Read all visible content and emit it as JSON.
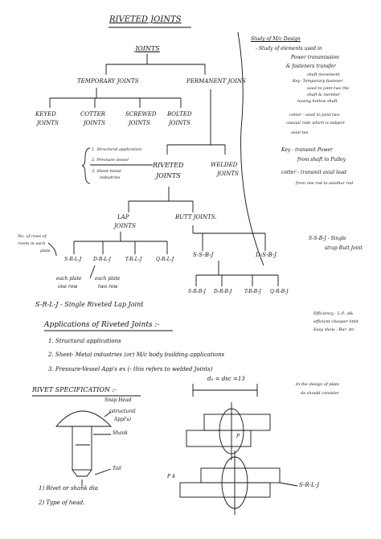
{
  "title": "RIVETED JOINTS",
  "tree": {
    "root": "JOINTS",
    "temporary": "TEMPORARY JOINTS",
    "permanent": "PERMANENT JOINS",
    "keyed": [
      "KEYED",
      "JOINTS"
    ],
    "cotter": [
      "COTTER",
      "JOINTS"
    ],
    "screwed": [
      "SCREWED",
      "JOINTS"
    ],
    "bolted": [
      "BOLTED",
      "JOINTS"
    ],
    "riveted": [
      "RIVETED",
      "JOINTS"
    ],
    "welded": [
      "WELDED",
      "JOINTS"
    ],
    "uses": [
      "1. Structural application",
      "2. Pressure vessel",
      "3. Sheet metal",
      "industries"
    ],
    "lap": [
      "LAP",
      "JOINTS"
    ],
    "butt": "BUTT JOINTS.",
    "rows_note": [
      "No. of rows of",
      "rivets in each",
      "plate"
    ],
    "lap_types": [
      "S-R-L-J",
      "D-R-L-J",
      "T-R-L-J",
      "Q-R-L-J"
    ],
    "butt_main": [
      "S-S-B-J",
      "D-S-B-J"
    ],
    "butt_types": [
      "S-R-B-J",
      "D-R-B-J",
      "T-R-B-J",
      "Q-R-B-J"
    ],
    "each_plate_one": [
      "each plate",
      "one row"
    ],
    "each_plate_two": [
      "each plate",
      "two row"
    ]
  },
  "side_notes": {
    "study": "Study of M/c Design",
    "l1": "- Study of elements used in",
    "l2": "Power transmission",
    "l3": "& fasteners transfer",
    "l4": "shaft movement",
    "l5": "Key- Temporary fastener",
    "l6": "used to joint two the",
    "l7": "shaft & member",
    "l8": "having hollow shaft.",
    "l9": "cotter - used to joint two",
    "l10": "coaxial rods which is subject",
    "l11": "axial tea",
    "l12": "Key - transmit Power",
    "l13": "from shaft to Pulley",
    "l14": "cotter - transmit axial load",
    "l15": "from one rod to another rod",
    "ssbj1": "S-S-B-J - Single",
    "ssbj2": "strap Butt Joint",
    "eff1": "Efficiency - L.P., d&",
    "eff2": "efficient cheaper limit",
    "eff3": "Easy show : Bur. str."
  },
  "srlj_def": "S-R-L-J - Single Riveted Lap Joint",
  "applications": {
    "heading": "Applications of Riveted Joints :-",
    "items": [
      "1. Structural applications",
      "2. Sheet- Metal industries (or) M/c body building applications",
      "3. Pressure-Vessel App's ex (- this refers to welded Joints)"
    ]
  },
  "rivet_spec": {
    "heading": "RIVET SPECIFICATION :-",
    "snap_head": "Snap Head",
    "structural": [
      "(structural",
      "Appl's)"
    ],
    "shank": "Shank",
    "tail": "Tail",
    "dim": "dₕ = dsc =13",
    "design_note": [
      "In the design of plate",
      "do should consider"
    ],
    "p": "P",
    "p4": "P 4",
    "srlj_tag": "S-R-L-J",
    "list": [
      "1) Rivet or shank dia",
      "2) Type of head."
    ]
  }
}
